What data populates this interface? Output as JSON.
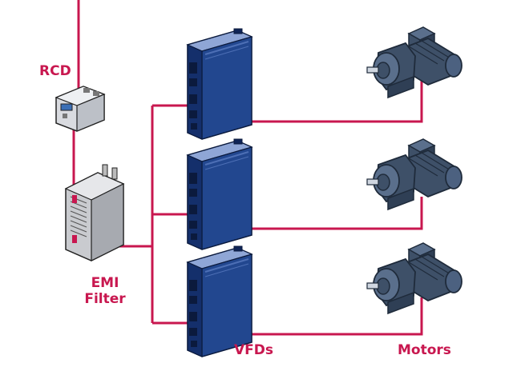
{
  "labels": {
    "rcd": "RCD",
    "emi_line1": "EMI",
    "emi_line2": "Filter",
    "vfds": "VFDs",
    "motors": "Motors"
  },
  "colors": {
    "wire": "#c8174f",
    "label": "#c8174f",
    "vfd_blue": "#1d3f86",
    "vfd_dark": "#0f2456",
    "motor_body": "#3e5068",
    "motor_dark": "#1f2b3b",
    "filter_grey": "#c9cbcf",
    "rcd_grey": "#d9dbe0"
  },
  "icons": {
    "rcd": "rcd-breaker-icon",
    "emi_filter": "emi-filter-icon",
    "vfd": "vfd-drive-icon",
    "motor": "gear-motor-icon"
  }
}
